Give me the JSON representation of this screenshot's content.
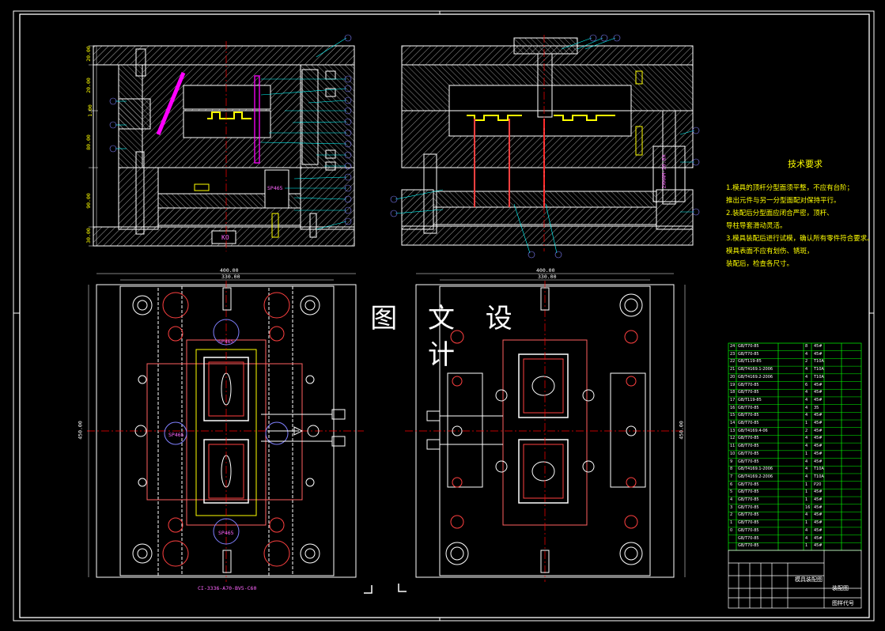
{
  "watermark": "图 文 设 计",
  "notes": {
    "title": "技术要求",
    "lines": [
      "1.模具的顶杆分型面须平整，不应有台阶；",
      "  推出元件与另一分型面配对保持平行。",
      "2.装配后分型面应闭合严密，顶杆、",
      "  导柱导套滑动灵活。",
      "3.模具装配后进行试模，确认所有零件符合要求。",
      "  模具表面不应有划伤、锈斑，",
      "  装配后，检查各尺寸。"
    ]
  },
  "dims": {
    "front_width_total": "400.00",
    "front_width_inner": "330.00",
    "front_height": "450.00",
    "rear_width_total": "400.00",
    "rear_width_inner": "330.00",
    "rear_height": "450.00",
    "side_dims": [
      "20.00",
      "20.00",
      "1.00",
      "80.00",
      "90.00",
      "30.00"
    ]
  },
  "labels": {
    "spacer_tags": [
      "SP465",
      "SP465",
      "SP465",
      "SP465"
    ],
    "ko_label": "KO",
    "part_number": "CI-3336-A70-BV5-C60",
    "guide_label": "2XHAM-20.8X",
    "spring_label": "SP465"
  },
  "title_block": {
    "drawing_name": "模具装配图",
    "drawing_no_label": "图样代号",
    "company": "装配图"
  },
  "bom_rows": [
    {
      "no": "24",
      "code": "GB/T70-85",
      "qty": "8",
      "mat": "45#"
    },
    {
      "no": "23",
      "code": "GB/T70-85",
      "qty": "4",
      "mat": "45#"
    },
    {
      "no": "22",
      "code": "GB/T119-85",
      "qty": "2",
      "mat": "T10A"
    },
    {
      "no": "21",
      "code": "GB/T4169.1-2006",
      "qty": "4",
      "mat": "T10A"
    },
    {
      "no": "20",
      "code": "GB/T4169.2-2006",
      "qty": "4",
      "mat": "T10A"
    },
    {
      "no": "19",
      "code": "GB/T70-85",
      "qty": "6",
      "mat": "45#"
    },
    {
      "no": "18",
      "code": "GB/T70-85",
      "qty": "4",
      "mat": "45#"
    },
    {
      "no": "17",
      "code": "GB/T119-85",
      "qty": "4",
      "mat": "45#"
    },
    {
      "no": "16",
      "code": "GB/T70-85",
      "qty": "4",
      "mat": "35"
    },
    {
      "no": "15",
      "code": "GB/T70-85",
      "qty": "4",
      "mat": "45#"
    },
    {
      "no": "14",
      "code": "GB/T70-85",
      "qty": "1",
      "mat": "45#"
    },
    {
      "no": "13",
      "code": "GB/T4169.4-06",
      "qty": "2",
      "mat": "45#"
    },
    {
      "no": "12",
      "code": "GB/T70-85",
      "qty": "4",
      "mat": "45#"
    },
    {
      "no": "11",
      "code": "GB/T70-85",
      "qty": "4",
      "mat": "45#"
    },
    {
      "no": "10",
      "code": "GB/T70-85",
      "qty": "1",
      "mat": "45#"
    },
    {
      "no": "9",
      "code": "GB/T70-85",
      "qty": "4",
      "mat": "45#"
    },
    {
      "no": "8",
      "code": "GB/T4169.1-2006",
      "qty": "4",
      "mat": "T10A"
    },
    {
      "no": "7",
      "code": "GB/T4169.2-2006",
      "qty": "4",
      "mat": "T10A"
    },
    {
      "no": "6",
      "code": "GB/T70-85",
      "qty": "1",
      "mat": "P20"
    },
    {
      "no": "5",
      "code": "GB/T70-85",
      "qty": "1",
      "mat": "45#"
    },
    {
      "no": "4",
      "code": "GB/T70-85",
      "qty": "1",
      "mat": "45#"
    },
    {
      "no": "3",
      "code": "GB/T70-85",
      "qty": "16",
      "mat": "45#"
    },
    {
      "no": "2",
      "code": "GB/T70-85",
      "qty": "4",
      "mat": "45#"
    },
    {
      "no": "1",
      "code": "GB/T70-85",
      "qty": "1",
      "mat": "45#"
    },
    {
      "no": "0",
      "code": "GB/T70-85",
      "qty": "4",
      "mat": "45#"
    },
    {
      "no": "",
      "code": "GB/T70-85",
      "qty": "4",
      "mat": "45#"
    },
    {
      "no": "",
      "code": "GB/T70-85",
      "qty": "1",
      "mat": "45#"
    }
  ],
  "colors": {
    "background": "#000000",
    "frame": "#ffffff",
    "green": "#00ff00",
    "red": "#ff0000",
    "yellow": "#ffff00",
    "magenta": "#ff00ff",
    "cyan": "#00ffff",
    "blue_balloon": "#8080ff"
  }
}
